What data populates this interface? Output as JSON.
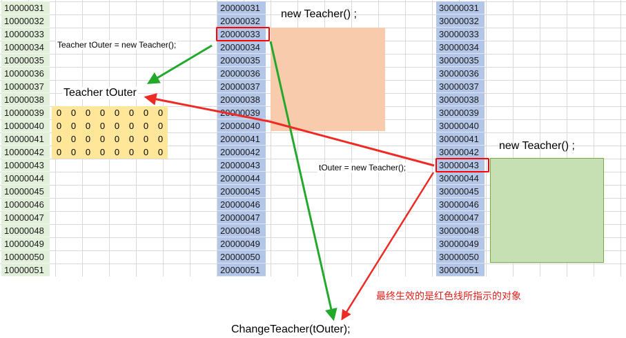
{
  "columns": {
    "col1": [
      "10000031",
      "10000032",
      "10000033",
      "10000034",
      "10000035",
      "10000036",
      "10000037",
      "10000038",
      "10000039",
      "10000040",
      "10000041",
      "10000042",
      "10000043",
      "10000044",
      "10000045",
      "10000046",
      "10000047",
      "10000048",
      "10000049",
      "10000050",
      "10000051"
    ],
    "col2": [
      "20000031",
      "20000032",
      "20000033",
      "20000034",
      "20000035",
      "20000036",
      "20000037",
      "20000038",
      "20000039",
      "20000040",
      "20000041",
      "20000042",
      "20000043",
      "20000044",
      "20000045",
      "20000046",
      "20000047",
      "20000048",
      "20000049",
      "20000050",
      "20000051"
    ],
    "col3": [
      "30000031",
      "30000032",
      "30000033",
      "30000034",
      "30000035",
      "30000036",
      "30000037",
      "30000038",
      "30000039",
      "30000040",
      "30000041",
      "30000042",
      "30000043",
      "30000044",
      "30000045",
      "30000046",
      "30000047",
      "30000048",
      "30000049",
      "30000050",
      "30000051"
    ]
  },
  "zeros_grid": [
    [
      "0",
      "0",
      "0",
      "0",
      "0",
      "0",
      "0",
      "0"
    ],
    [
      "0",
      "0",
      "0",
      "0",
      "0",
      "0",
      "0",
      "0"
    ],
    [
      "0",
      "0",
      "0",
      "0",
      "0",
      "0",
      "0",
      "0"
    ],
    [
      "0",
      "0",
      "0",
      "0",
      "0",
      "0",
      "0",
      "0"
    ]
  ],
  "labels": {
    "new_teacher_1": "new Teacher() ;",
    "new_teacher_2": "new Teacher() ;",
    "toute_decl": "Teacher tOuter = new Teacher();",
    "teacher_toute": "Teacher tOuter",
    "toute_assign": "tOuter = new Teacher();",
    "change_call": "ChangeTeacher(tOuter);",
    "note": "最终生效的是红色线所指示的对象"
  },
  "colors": {
    "green_arrow": "#22a82a",
    "red_arrow": "#ee2a24",
    "highlight_border": "#ff0000"
  }
}
